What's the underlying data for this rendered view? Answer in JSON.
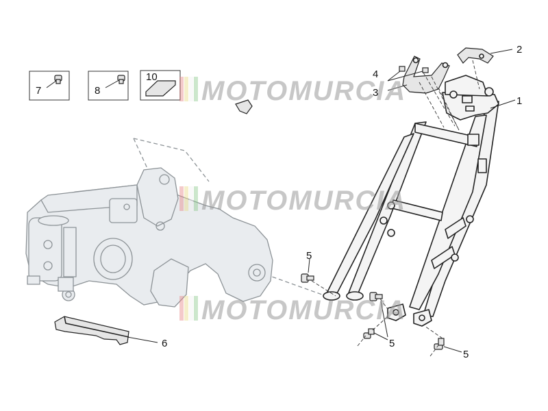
{
  "watermark": {
    "text": "MOTOMURCIA"
  },
  "callouts": {
    "c1": "1",
    "c2": "2",
    "c3": "3",
    "c4": "4",
    "c5a": "5",
    "c5b": "5",
    "c5c": "5",
    "c6": "6"
  },
  "boxes": {
    "b7": "7",
    "b8": "8",
    "b10": "10"
  },
  "colors": {
    "line": "#222222",
    "ghost": "#8c9296",
    "watermark": "#9a9a9a",
    "flag_green": "#8fc98f",
    "flag_white": "#f2f2f2",
    "flag_red": "#e68a8a",
    "flag_yellow": "#e8dc8a"
  }
}
